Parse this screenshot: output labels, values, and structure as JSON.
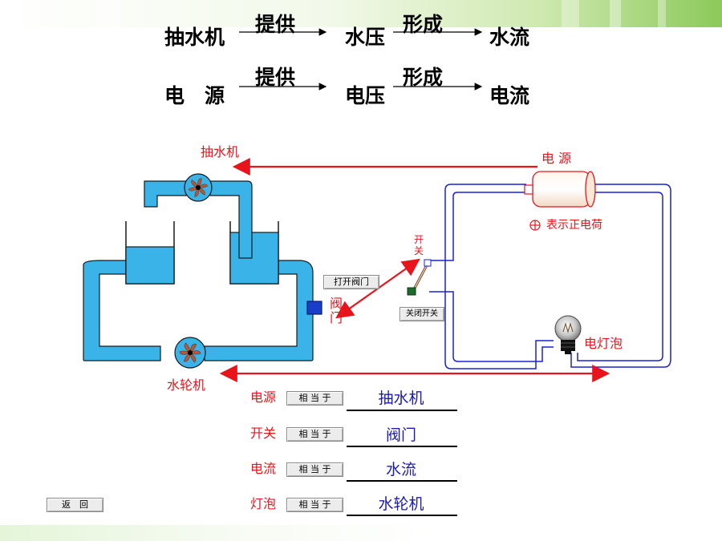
{
  "analogy": {
    "row1": {
      "a": "抽水机",
      "verb1": "提供",
      "b": "水压",
      "verb2": "形成",
      "c": "水流"
    },
    "row2": {
      "a": "电　源",
      "verb1": "提供",
      "b": "电压",
      "verb2": "形成",
      "c": "电流"
    }
  },
  "diagram": {
    "pump_label": "抽水机",
    "power_label": "电 源",
    "turbine_label": "水轮机",
    "valve_label": "阀门",
    "switch_label": "开关",
    "charge_legend": "表示正电荷",
    "charge_symbol": "⊕",
    "bulb_label": "电灯泡"
  },
  "controls": {
    "open_valve": "打开阀门",
    "close_switch": "关闭开关",
    "back": "返　回"
  },
  "equivalence": {
    "button_label": "相 当 于",
    "rows": [
      {
        "term": "电源",
        "answer": "抽水机"
      },
      {
        "term": "开关",
        "answer": "阀门"
      },
      {
        "term": "电流",
        "answer": "水流"
      },
      {
        "term": "灯泡",
        "answer": "水轮机"
      }
    ]
  },
  "colors": {
    "water": "#3ab4e8",
    "pipe_outline": "#1a1a1a",
    "wire": "#1a22d0",
    "arrow_red": "#e8141c",
    "answer_text": "#1a1ab8",
    "turbine_blade": "#b25a3a"
  }
}
